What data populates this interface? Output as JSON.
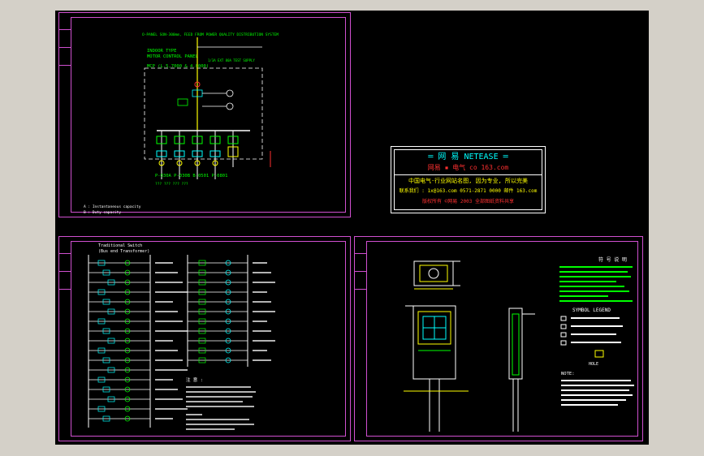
{
  "sheet1": {
    "top_note": "O-PANEL SON-300mm, FEED FROM POWER QUALITY DISTRIBUTION SYSTEM",
    "panel_line1": "INDOOR TYPE",
    "panel_line2": "MOTOR CONTROL PANEL",
    "panel_line3": "MCP (L.5,7000 & 4.0000)",
    "right_note": "1/3A  EXT 80A TEST SUPPLY",
    "feeders": "P-030A P-030B B-0501 P-0801",
    "feeder_sub": "??? ??? ??? ???",
    "legend1": "A : Instantaneous capacity",
    "legend2": "B : Duty capacity"
  },
  "titleblock": {
    "title": "═  网 易   NETEASE  ═",
    "site": "网易 ▪ 电气    co 163.com",
    "slogan": "中国电气·行业网站名图, 因为专业, 所以完美",
    "contact": "联系我们 : 1x@163.com 0571-2871 0000 邮件 163.com",
    "copyright": "版权所有 ©网易 2003 全部图纸资料共享"
  },
  "sheet2": {
    "title1": "Traditional Switch",
    "title2": "(Bus end Transformer)",
    "notes": "注 意 :"
  },
  "sheet3": {
    "symbol_title": "符 号 说 明",
    "legend_title": "SYMBOL LEGEND",
    "hole_label": "HOLE",
    "note_title": "NOTE:"
  }
}
